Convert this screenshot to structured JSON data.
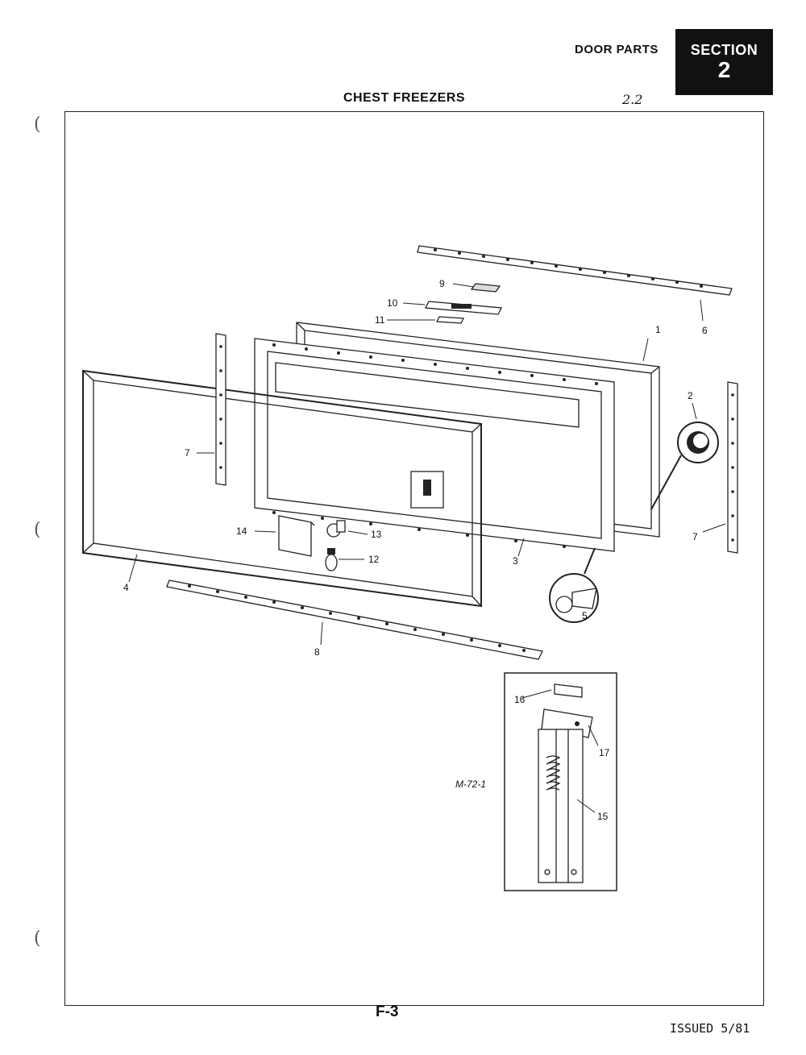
{
  "header": {
    "section_label": "DOOR PARTS",
    "section_word": "SECTION",
    "section_number": "2",
    "title": "CHEST FREEZERS",
    "handwritten_note": "2.2"
  },
  "footer": {
    "page_id": "F-3",
    "issued": "ISSUED 5/81"
  },
  "diagram": {
    "inset_note": "M-72-1",
    "callouts": [
      "1",
      "2",
      "3",
      "4",
      "5",
      "6",
      "7",
      "7",
      "8",
      "9",
      "10",
      "11",
      "12",
      "13",
      "14",
      "15",
      "16",
      "17"
    ]
  }
}
